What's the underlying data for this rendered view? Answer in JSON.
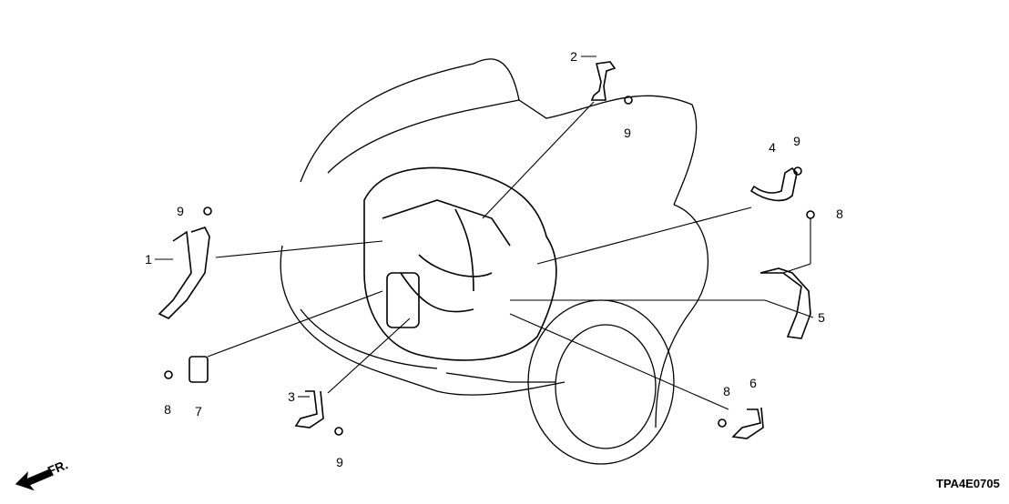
{
  "diagram_code": "TPA4E0705",
  "front_indicator": "FR.",
  "callouts": [
    {
      "id": "1",
      "label": "1"
    },
    {
      "id": "2",
      "label": "2"
    },
    {
      "id": "3",
      "label": "3"
    },
    {
      "id": "4",
      "label": "4"
    },
    {
      "id": "5",
      "label": "5"
    },
    {
      "id": "6",
      "label": "6"
    },
    {
      "id": "7",
      "label": "7"
    },
    {
      "id": "8a",
      "label": "8"
    },
    {
      "id": "8b",
      "label": "8"
    },
    {
      "id": "8c",
      "label": "8"
    },
    {
      "id": "9a",
      "label": "9"
    },
    {
      "id": "9b",
      "label": "9"
    },
    {
      "id": "9c",
      "label": "9"
    },
    {
      "id": "9d",
      "label": "9"
    }
  ]
}
